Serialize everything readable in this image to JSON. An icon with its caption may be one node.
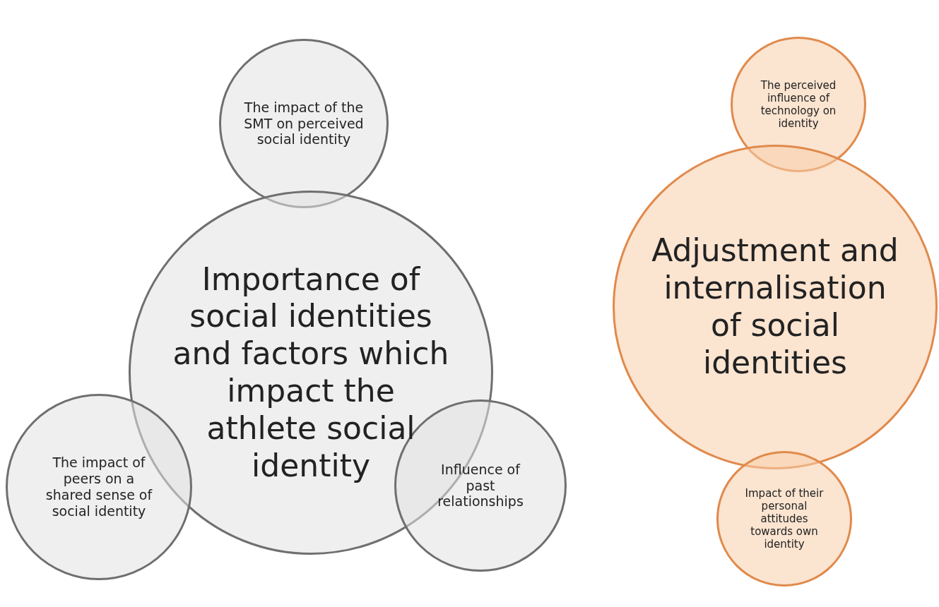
{
  "diagram": {
    "nodes": [
      {
        "text": [
          "The impact of the SMT on perceived social identity"
        ]
      },
      {
        "text": [
          "The perceived influence of technology on identity"
        ]
      },
      {
        "text": [
          "Importance of social identities and factors which impact the athlete social identity"
        ]
      },
      {
        "text": [
          "Adjustment and internalisation of social identities"
        ]
      },
      {
        "text": [
          "The impact of peers on a shared sense of social identity"
        ]
      },
      {
        "text": [
          "Influence of past relationships"
        ]
      },
      {
        "text": [
          "Impact of their personal attitudes towards own identity"
        ]
      }
    ]
  }
}
